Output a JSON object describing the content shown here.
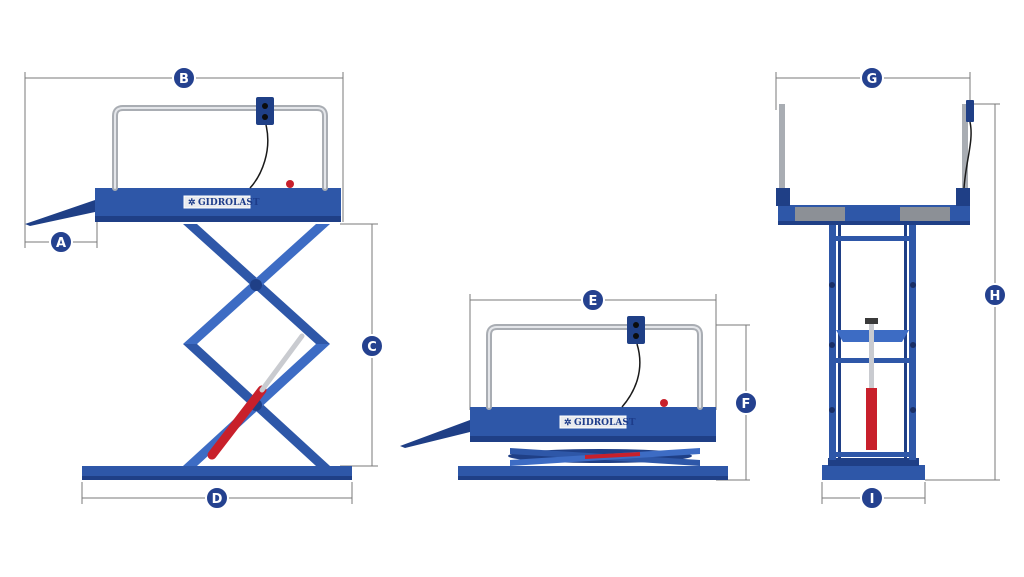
{
  "colors": {
    "structure_blue": "#2e57a8",
    "badge_blue": "#24418f",
    "cylinder_red": "#c8202b",
    "rail_gray": "#a9adb3",
    "dimension_line": "#7a7a7a"
  },
  "brand": {
    "logo_text": "GIDROLAST"
  },
  "dimensions": {
    "A": "A",
    "B": "B",
    "C": "C",
    "D": "D",
    "E": "E",
    "F": "F",
    "G": "G",
    "H": "H",
    "I": "I"
  },
  "views": {
    "raised_side": {
      "logo": "GIDROLAST"
    },
    "lowered_side": {
      "logo": "GIDROLAST"
    },
    "end_view": {}
  }
}
